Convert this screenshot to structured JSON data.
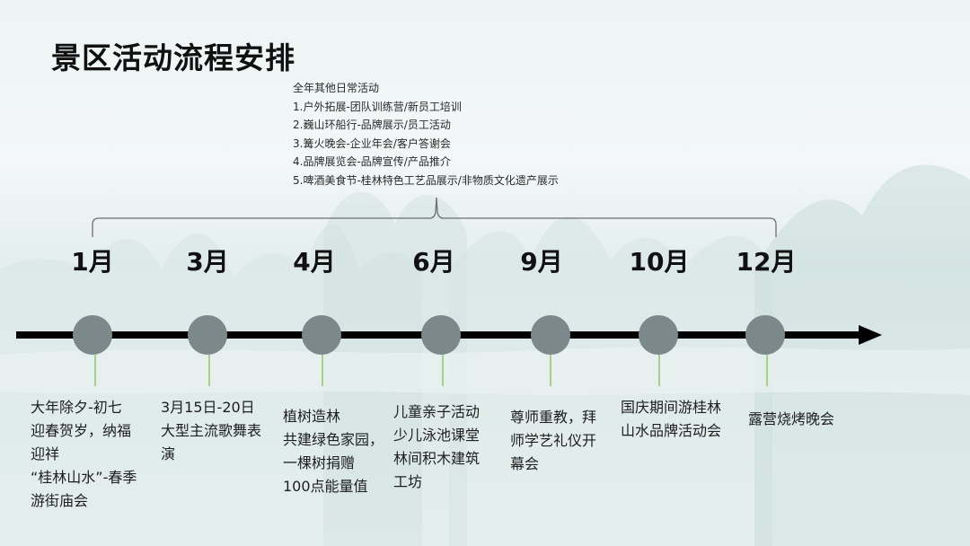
{
  "title": "景区活动流程安排",
  "annual_activities": {
    "heading": "全年其他日常活动",
    "items": [
      "1.户外拓展-团队训练营/新员工培训",
      "2.巍山环船行-品牌展示/员工活动",
      "3.篝火晚会-企业年会/客户答谢会",
      "4.品牌展览会-品牌宣传/产品推介",
      "5.啤酒美食节-桂林特色工艺品展示/非物质文化遗产展示"
    ]
  },
  "colors": {
    "timeline": "#000000",
    "node": "#7b898b",
    "stem": "#a7d08a",
    "brace": "#6f6f6f"
  },
  "timeline": [
    {
      "month": "1月",
      "lines": [
        "大年除夕-初七",
        "迎春贺岁，纳福",
        "迎祥",
        "“桂林山水”-春季",
        "游街庙会"
      ]
    },
    {
      "month": "3月",
      "lines": [
        "3月15日-20日",
        "大型主流歌舞表",
        "演"
      ]
    },
    {
      "month": "4月",
      "lines": [
        "植树造林",
        "共建绿色家园，",
        "一棵树捐赠",
        "100点能量值"
      ]
    },
    {
      "month": "6月",
      "lines": [
        "儿童亲子活动",
        "少儿泳池课堂",
        "林间积木建筑",
        "工坊"
      ]
    },
    {
      "month": "9月",
      "lines": [
        "尊师重教，拜",
        "师学艺礼仪开",
        "幕会"
      ]
    },
    {
      "month": "10月",
      "lines": [
        "国庆期间游桂林",
        "山水品牌活动会"
      ]
    },
    {
      "month": "12月",
      "lines": [
        "露营烧烤晚会"
      ]
    }
  ]
}
